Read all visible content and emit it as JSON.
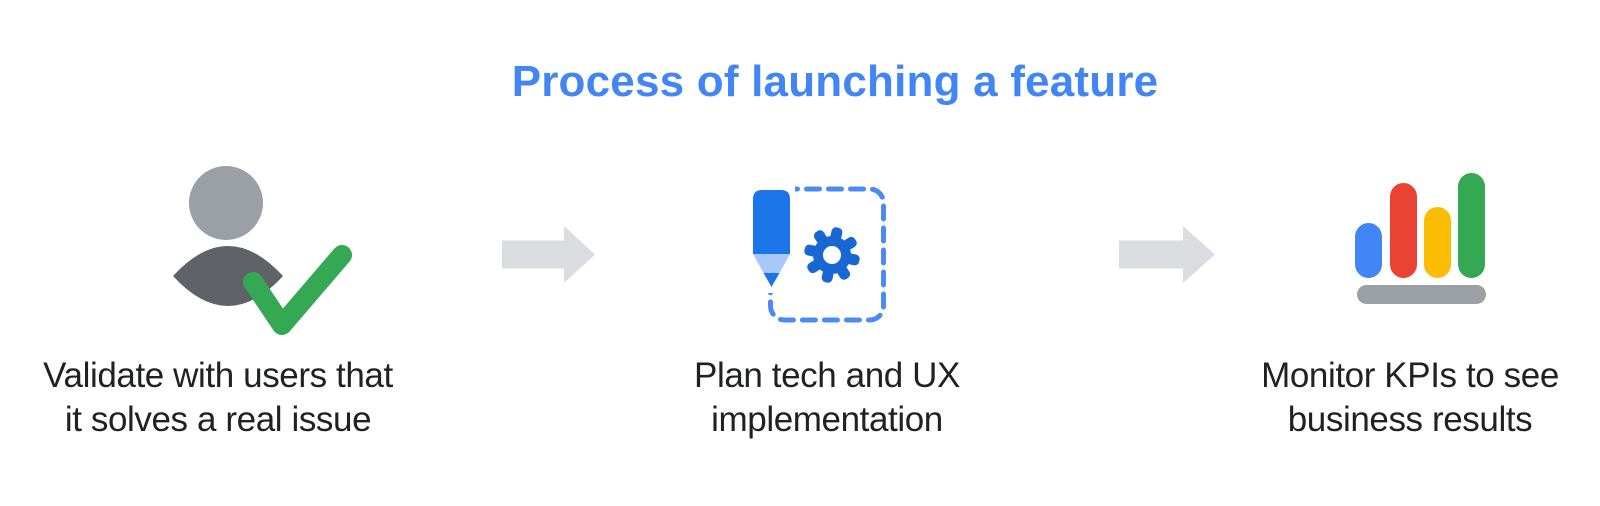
{
  "title": {
    "text": "Process of launching a feature"
  },
  "steps": [
    {
      "icon": "user-validated-icon",
      "caption_line1": "Validate with users that",
      "caption_line2": "it solves a real issue"
    },
    {
      "icon": "pencil-gear-plan-icon",
      "caption_line1": "Plan tech and UX",
      "caption_line2": "implementation"
    },
    {
      "icon": "bar-chart-kpi-icon",
      "caption_line1": "Monitor KPIs to see",
      "caption_line2": "business results"
    }
  ],
  "arrows": {
    "icon": "arrow-right-icon",
    "count": 2
  },
  "colors": {
    "background": "#FFFFFF",
    "title_blue": "#4285F4",
    "caption_text": "#202124",
    "arrow_gray": "#DADCE0",
    "person_head": "#9AA0A6",
    "person_body": "#5F6368",
    "check_green": "#34A853",
    "pencil_blue": "#1B74E8",
    "pencil_collar": "#A8C7FA",
    "gear_blue": "#1967D2",
    "dashed_box_blue": "#4C8BF5",
    "bar_blue": "#4285F4",
    "bar_red": "#EA4335",
    "bar_yellow": "#FBBC04",
    "bar_green": "#34A853",
    "chart_base_gray": "#9AA0A6",
    "white": "#FFFFFF"
  }
}
